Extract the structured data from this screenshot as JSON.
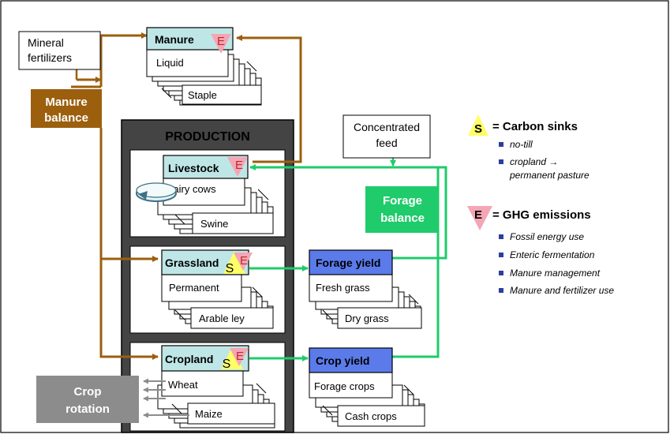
{
  "mineral_fertilizers": [
    "Mineral",
    "fertilizers"
  ],
  "manure_balance": [
    "Manure",
    "balance"
  ],
  "production_title": "PRODUCTION",
  "manure": {
    "title": "Manure",
    "items": [
      "Liquid",
      "Staple"
    ]
  },
  "livestock": {
    "title": "Livestock",
    "items": [
      "Dairy cows",
      "Swine"
    ]
  },
  "grassland": {
    "title": "Grassland",
    "items": [
      "Permanent",
      "Arable ley"
    ]
  },
  "cropland": {
    "title": "Cropland",
    "items": [
      "Wheat",
      "Maize"
    ]
  },
  "concentrated_feed": [
    "Concentrated",
    "feed"
  ],
  "forage_balance": [
    "Forage",
    "balance"
  ],
  "forage_yield": {
    "title": "Forage yield",
    "items": [
      "Fresh grass",
      "Dry grass"
    ]
  },
  "crop_yield": {
    "title": "Crop yield",
    "items": [
      "Forage crops",
      "Cash crops"
    ]
  },
  "crop_rotation": [
    "Crop",
    "rotation"
  ],
  "badges": {
    "emission": "E",
    "sink": "S"
  },
  "legend": {
    "sinks_title": "= Carbon sinks",
    "sinks_items": [
      "no-till",
      "cropland →",
      "permanent pasture"
    ],
    "emissions_title": "= GHG emissions",
    "emissions_items": [
      "Fossil energy use",
      "Enteric fermentation",
      "Manure management",
      "Manure and fertilizer use"
    ]
  },
  "colors": {
    "brown": "#9B5F0E",
    "green": "#1FCB6A",
    "teal_header": "#BFE6E6",
    "blue_header": "#5B7BEA",
    "production_bg": "#444444",
    "grey_box": "#8C8C8C",
    "emission_pink": "#F4A6B4",
    "sink_yellow": "#FFFF66",
    "bullet_blue": "#2C3E9E"
  }
}
